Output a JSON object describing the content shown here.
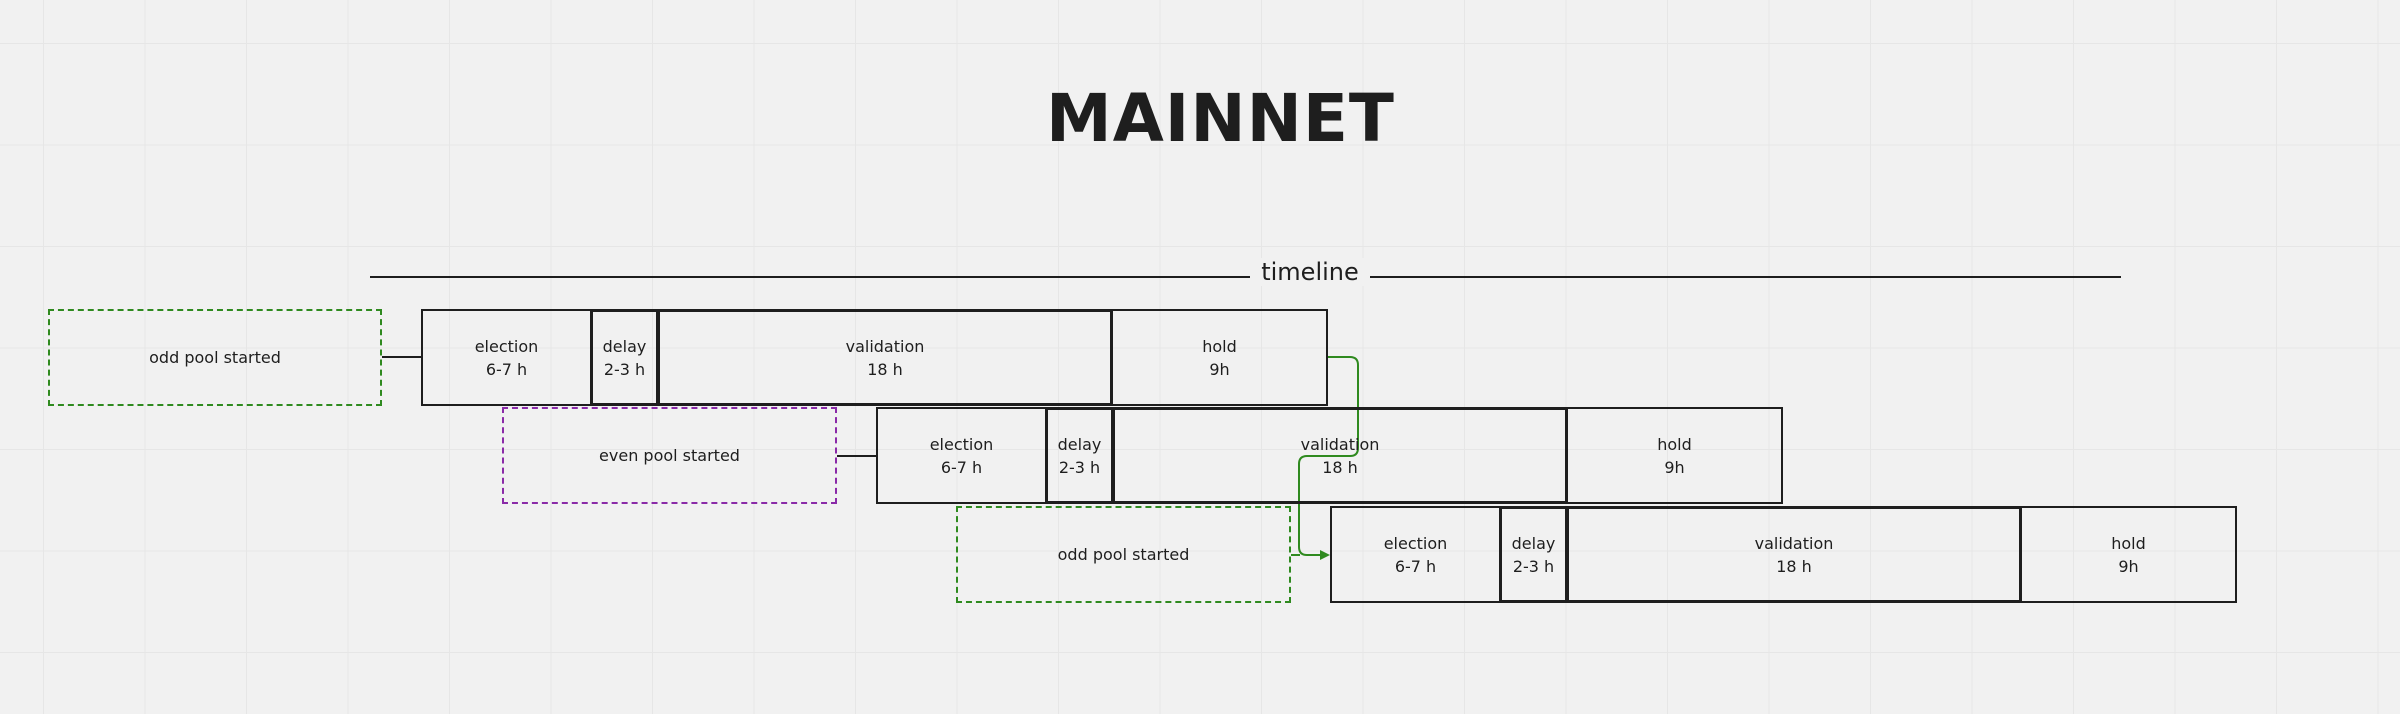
{
  "title": "MAINNET",
  "timeline_label": "timeline",
  "rows": [
    {
      "pool": "odd pool started",
      "phases": [
        {
          "name": "election",
          "duration": "6-7 h"
        },
        {
          "name": "delay",
          "duration": "2-3 h"
        },
        {
          "name": "validation",
          "duration": "18 h"
        },
        {
          "name": "hold",
          "duration": "9h"
        }
      ]
    },
    {
      "pool": "even pool started",
      "phases": [
        {
          "name": "election",
          "duration": "6-7 h"
        },
        {
          "name": "delay",
          "duration": "2-3 h"
        },
        {
          "name": "validation",
          "duration": "18 h"
        },
        {
          "name": "hold",
          "duration": "9h"
        }
      ]
    },
    {
      "pool": "odd pool started",
      "phases": [
        {
          "name": "election",
          "duration": "6-7 h"
        },
        {
          "name": "delay",
          "duration": "2-3 h"
        },
        {
          "name": "validation",
          "duration": "18 h"
        },
        {
          "name": "hold",
          "duration": "9h"
        }
      ]
    }
  ],
  "colors": {
    "odd_pool_border": "#2f8a1f",
    "even_pool_border": "#8a2aa8",
    "arrow": "#2f8a1f",
    "box_border": "#1e1e1e"
  }
}
